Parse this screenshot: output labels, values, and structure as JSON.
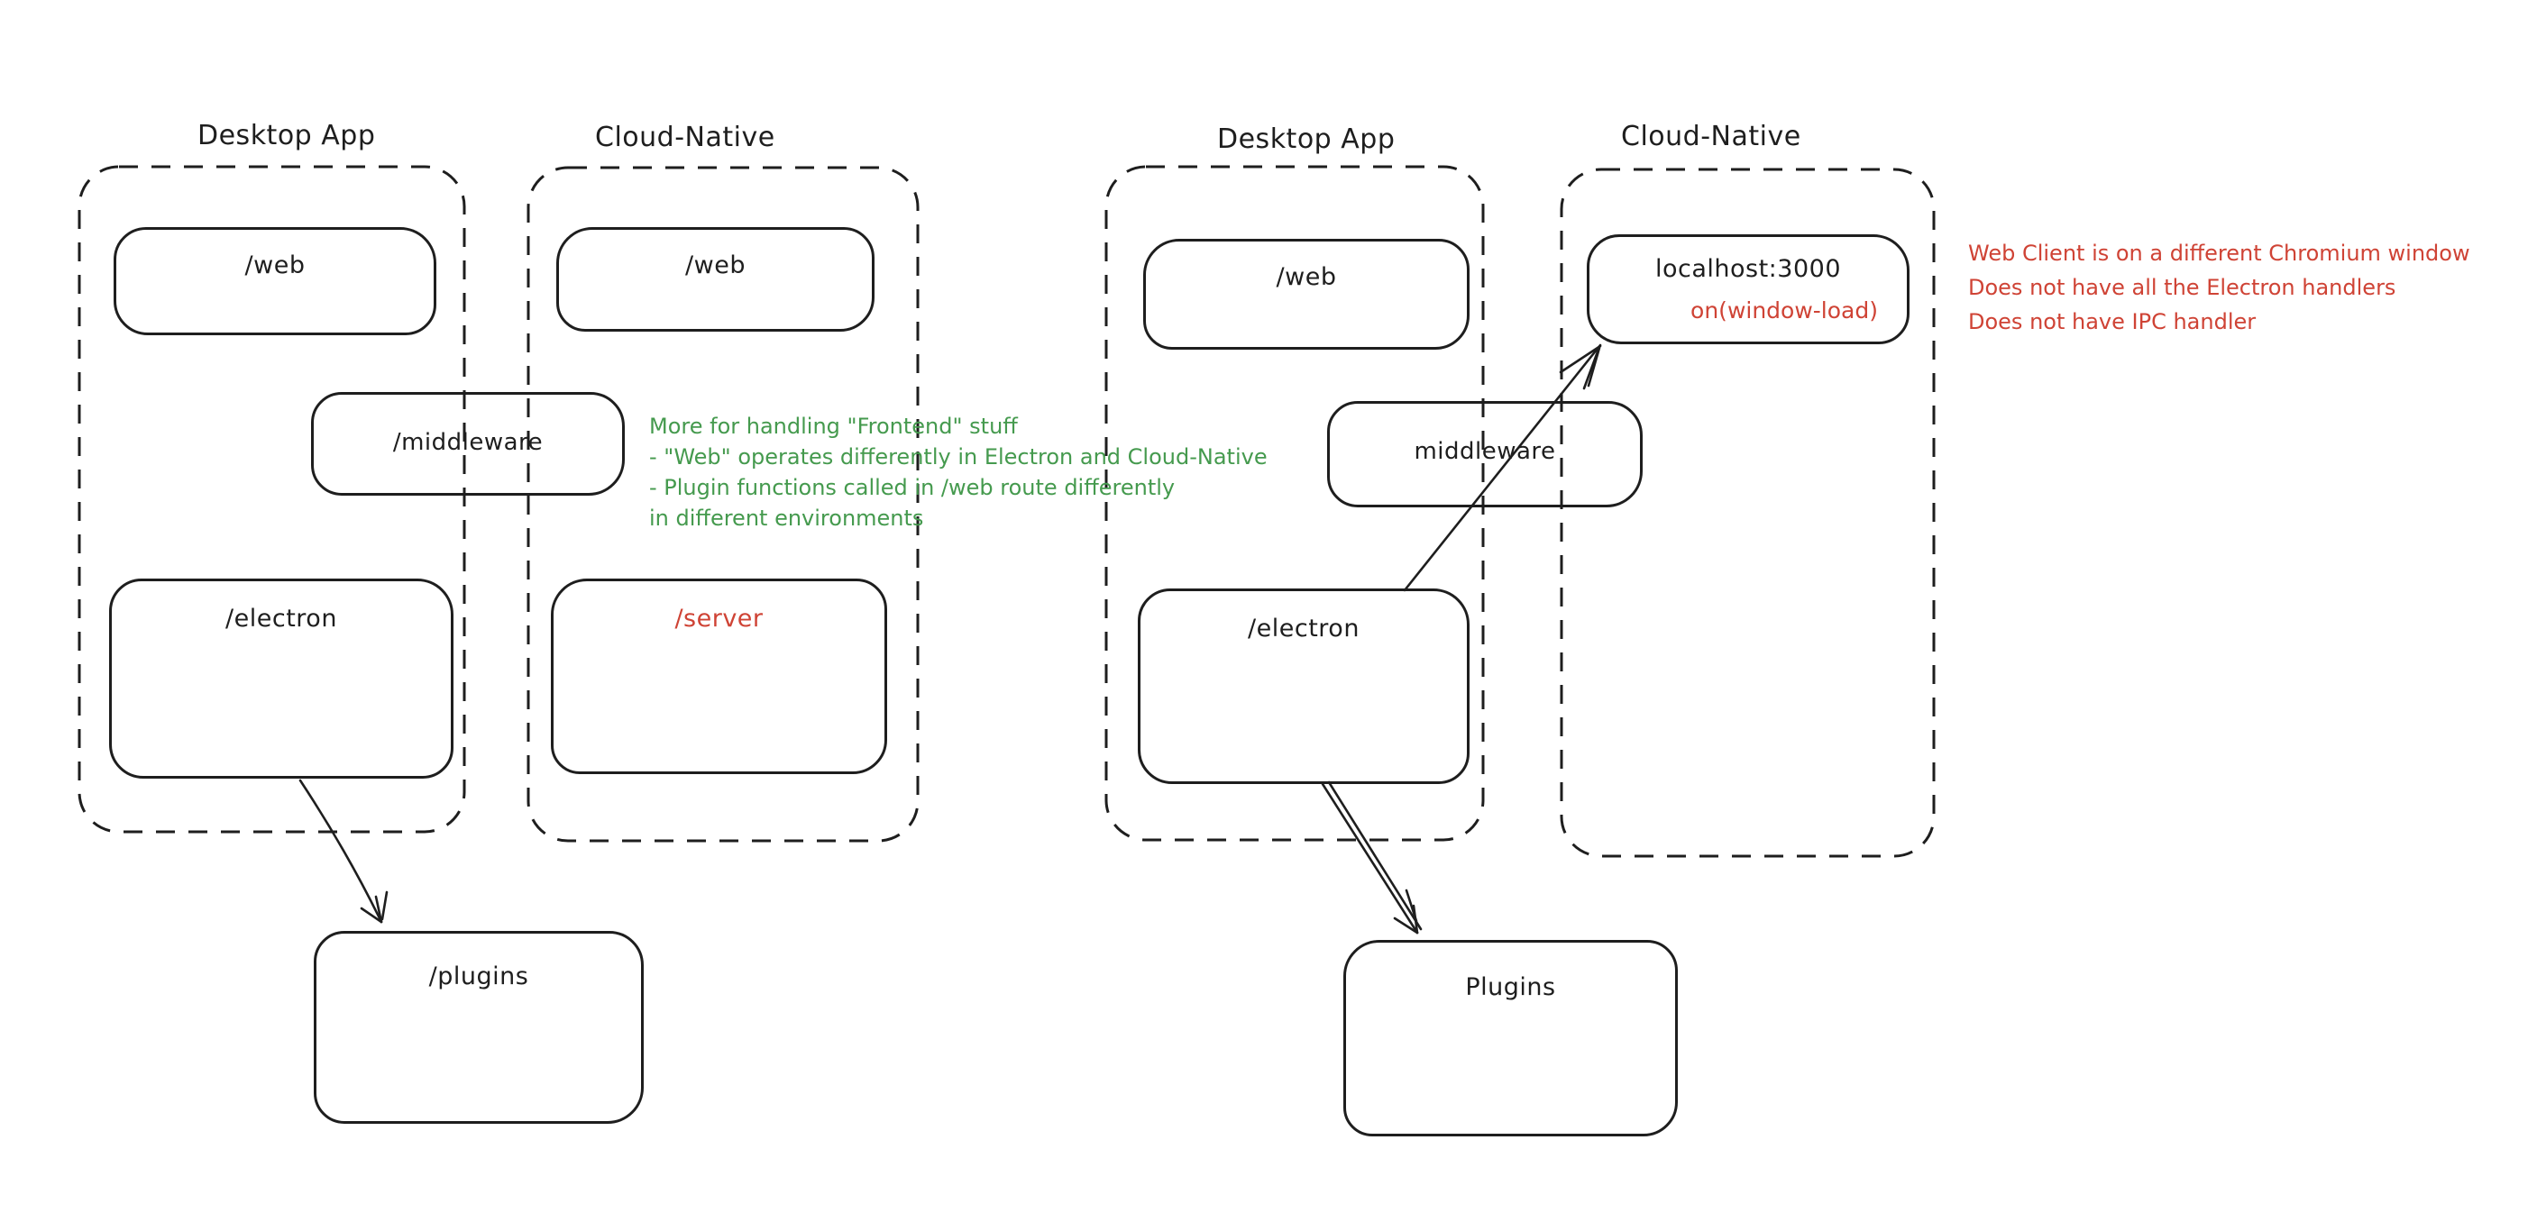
{
  "colors": {
    "stroke": "#1e1e1e",
    "green_note": "#459a4e",
    "red_note": "#cf4335",
    "background": "#ffffff"
  },
  "left_diagram": {
    "desktop_group_label": "Desktop App",
    "cloud_group_label": "Cloud-Native",
    "boxes": {
      "web_desktop": "/web",
      "web_cloud": "/web",
      "middleware": "/middleware",
      "electron": "/electron",
      "server": "/server",
      "plugins": "/plugins"
    }
  },
  "right_diagram": {
    "desktop_group_label": "Desktop App",
    "cloud_group_label": "Cloud-Native",
    "boxes": {
      "web": "/web",
      "localhost": "localhost:3000",
      "window_load": "on(window-load)",
      "middleware": "middleware",
      "electron": "/electron",
      "plugins": "Plugins"
    }
  },
  "notes": {
    "green": [
      "More for handling \"Frontend\" stuff",
      "- \"Web\" operates differently in Electron and Cloud-Native",
      "- Plugin functions called in /web route differently",
      "in different environments"
    ],
    "red": [
      "Web Client is on a different Chromium window",
      "Does not have all the Electron handlers",
      "Does not have IPC handler"
    ]
  }
}
